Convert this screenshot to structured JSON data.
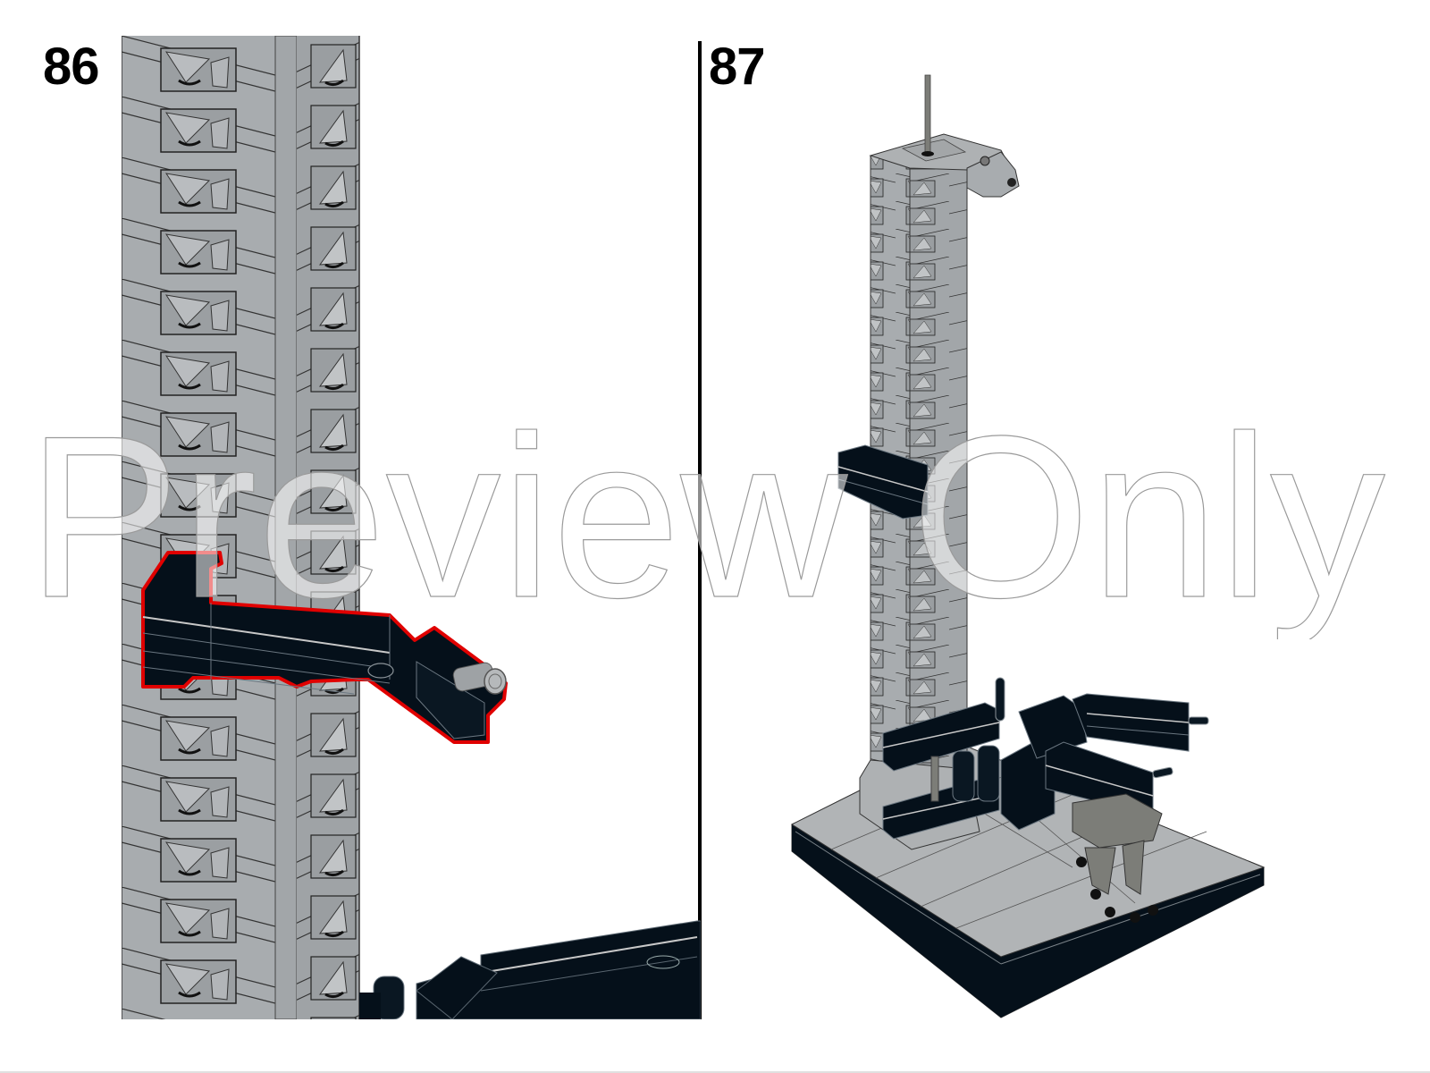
{
  "page": {
    "type": "building-instructions",
    "steps": [
      {
        "number": "86",
        "description": "Attach black arm assembly (highlighted in red) to tower"
      },
      {
        "number": "87",
        "description": "Completed launch tower on base with swing arms"
      }
    ],
    "watermark": "Preview Only"
  },
  "colors": {
    "tower_gray": "#a8acaf",
    "tower_dark_face": "#9a9ea1",
    "black_brick": "#05101a",
    "highlight_outline": "#e00000",
    "dark_gray": "#7c7d78",
    "base_gray": "#b3b6b8",
    "outline": "#2a2a2a"
  }
}
